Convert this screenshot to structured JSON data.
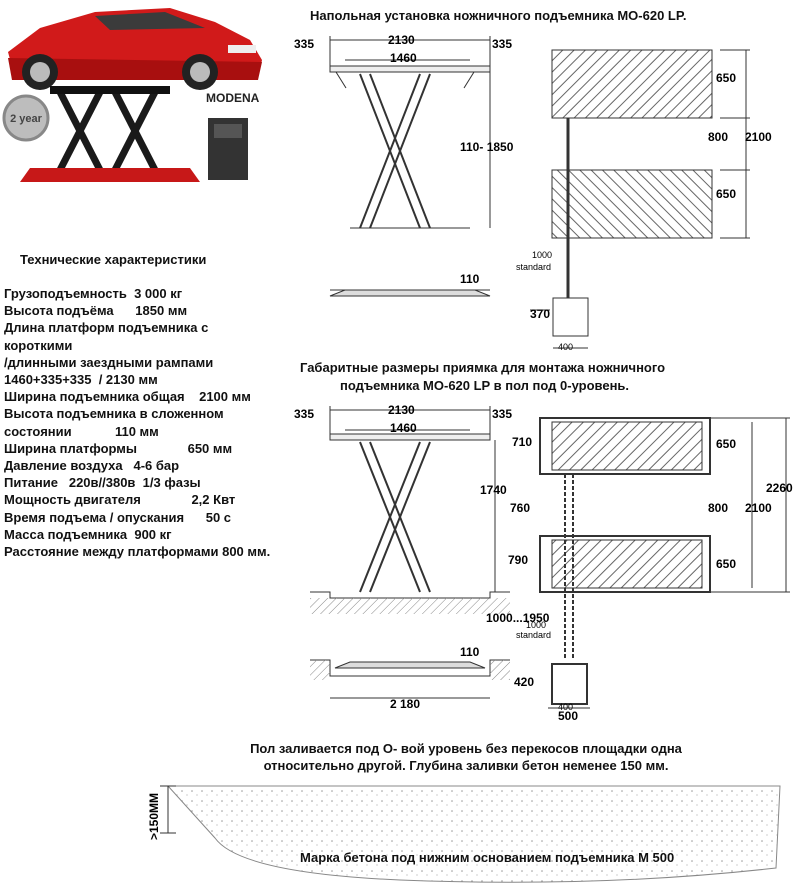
{
  "titles": {
    "floor_install": "Напольная установка ножничного подъемника  МО-620 LP.",
    "pit_dims_line1": "Габаритные размеры приямка для монтажа ножничного",
    "pit_dims_line2": "подъемника МО-620 LP  в пол под 0-уровень."
  },
  "brand": {
    "logo": "MODENA",
    "badge": "2 year"
  },
  "specs": {
    "heading": "Технические характеристики",
    "lines": [
      "Грузоподъемность  3 000 кг",
      "Высота подъёма      1850 мм",
      "Длина платформ подъемника с",
      "короткими",
      "/длинными заездными рампами",
      "1460+335+335  / 2130 мм",
      "Ширина подъемника общая    2100 мм",
      "Высота подъемника в сложенном",
      "состоянии            110 мм",
      "Ширина платформы              650 мм",
      "Давление воздуха   4-6 бар",
      "Питание   220в//380в  1/3 фазы",
      "Мощность двигателя              2,2 Квт",
      "Время подъема / опускания      50 с",
      "Масса подъемника  900 кг",
      "Расстояние между платформами 800 мм."
    ]
  },
  "top_drawing": {
    "dims": {
      "left_ramp": "335",
      "total_length": "2130",
      "right_ramp": "335",
      "platform": "1460",
      "lift_height": "110- 1850",
      "folded": "110"
    }
  },
  "top_plan": {
    "dims": {
      "platform_width_1": "650",
      "gap": "800",
      "total_width": "2100",
      "platform_width_2": "650",
      "hose": "1000",
      "hose_note": "standard",
      "console_offset": "370",
      "console_width": "400"
    }
  },
  "pit_drawing": {
    "dims": {
      "left_ramp": "335",
      "total_length": "2130",
      "right_ramp": "335",
      "platform": "1460",
      "pit_height": "1740",
      "lift_range": "1000...1950",
      "folded": "110",
      "pit_length": "2 180"
    }
  },
  "pit_plan": {
    "dims": {
      "pit_1": "710",
      "gap_pit": "760",
      "pit_2": "790",
      "platform_width_1": "650",
      "gap": "800",
      "total_width": "2100",
      "total_pit": "2260",
      "platform_width_2": "650",
      "hose": "1000",
      "hose_note": "standard",
      "console_offset": "420",
      "console_width": "500",
      "console_inner": "400"
    }
  },
  "bottom": {
    "note_line1": "Пол заливается под О- вой уровень без перекосов площадки  одна",
    "note_line2": "относительно другой. Глубина заливки бетон     неменее  150 мм.",
    "depth_label": ">150ММ",
    "concrete_label": "Марка бетона под нижним основанием подъемника М 500"
  }
}
